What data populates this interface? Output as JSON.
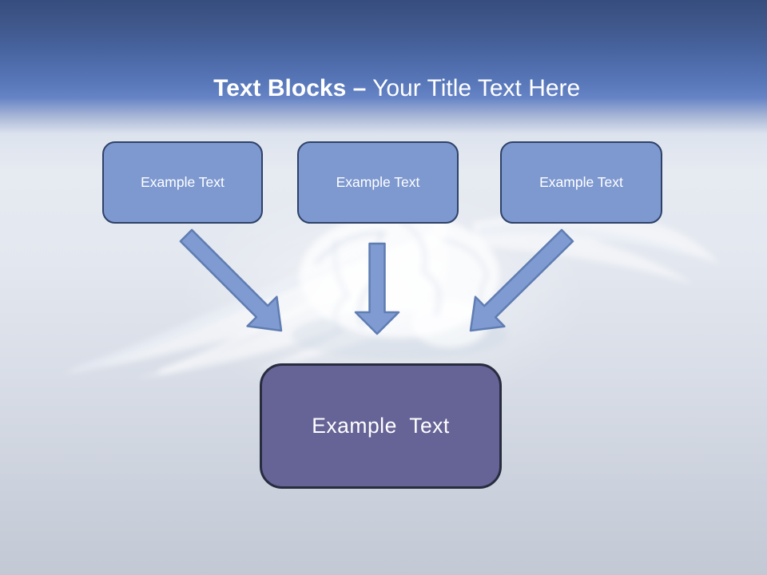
{
  "title": {
    "bold": "Text Blocks –",
    "regular": " Your Title Text Here"
  },
  "boxes": [
    {
      "label": "Example Text"
    },
    {
      "label": "Example Text"
    },
    {
      "label": "Example Text"
    }
  ],
  "result_box": {
    "label": "Example Text"
  },
  "watermark_name": "brain-with-angel-wings-watermark",
  "colors": {
    "title_text": "#ffffff",
    "header_top": "#364d7e",
    "header_blue": "#6583c5",
    "background_light": "#e6eaf1",
    "background_bottom": "#c3c9d4",
    "block_fill": "#7e99d0",
    "block_border": "#2e4168",
    "block_text": "#ffffff",
    "arrow_fill": "#7f9bd2",
    "arrow_border": "#5f7db2",
    "result_fill": "#666396",
    "result_border": "#272c3f",
    "result_text": "#ffffff"
  }
}
